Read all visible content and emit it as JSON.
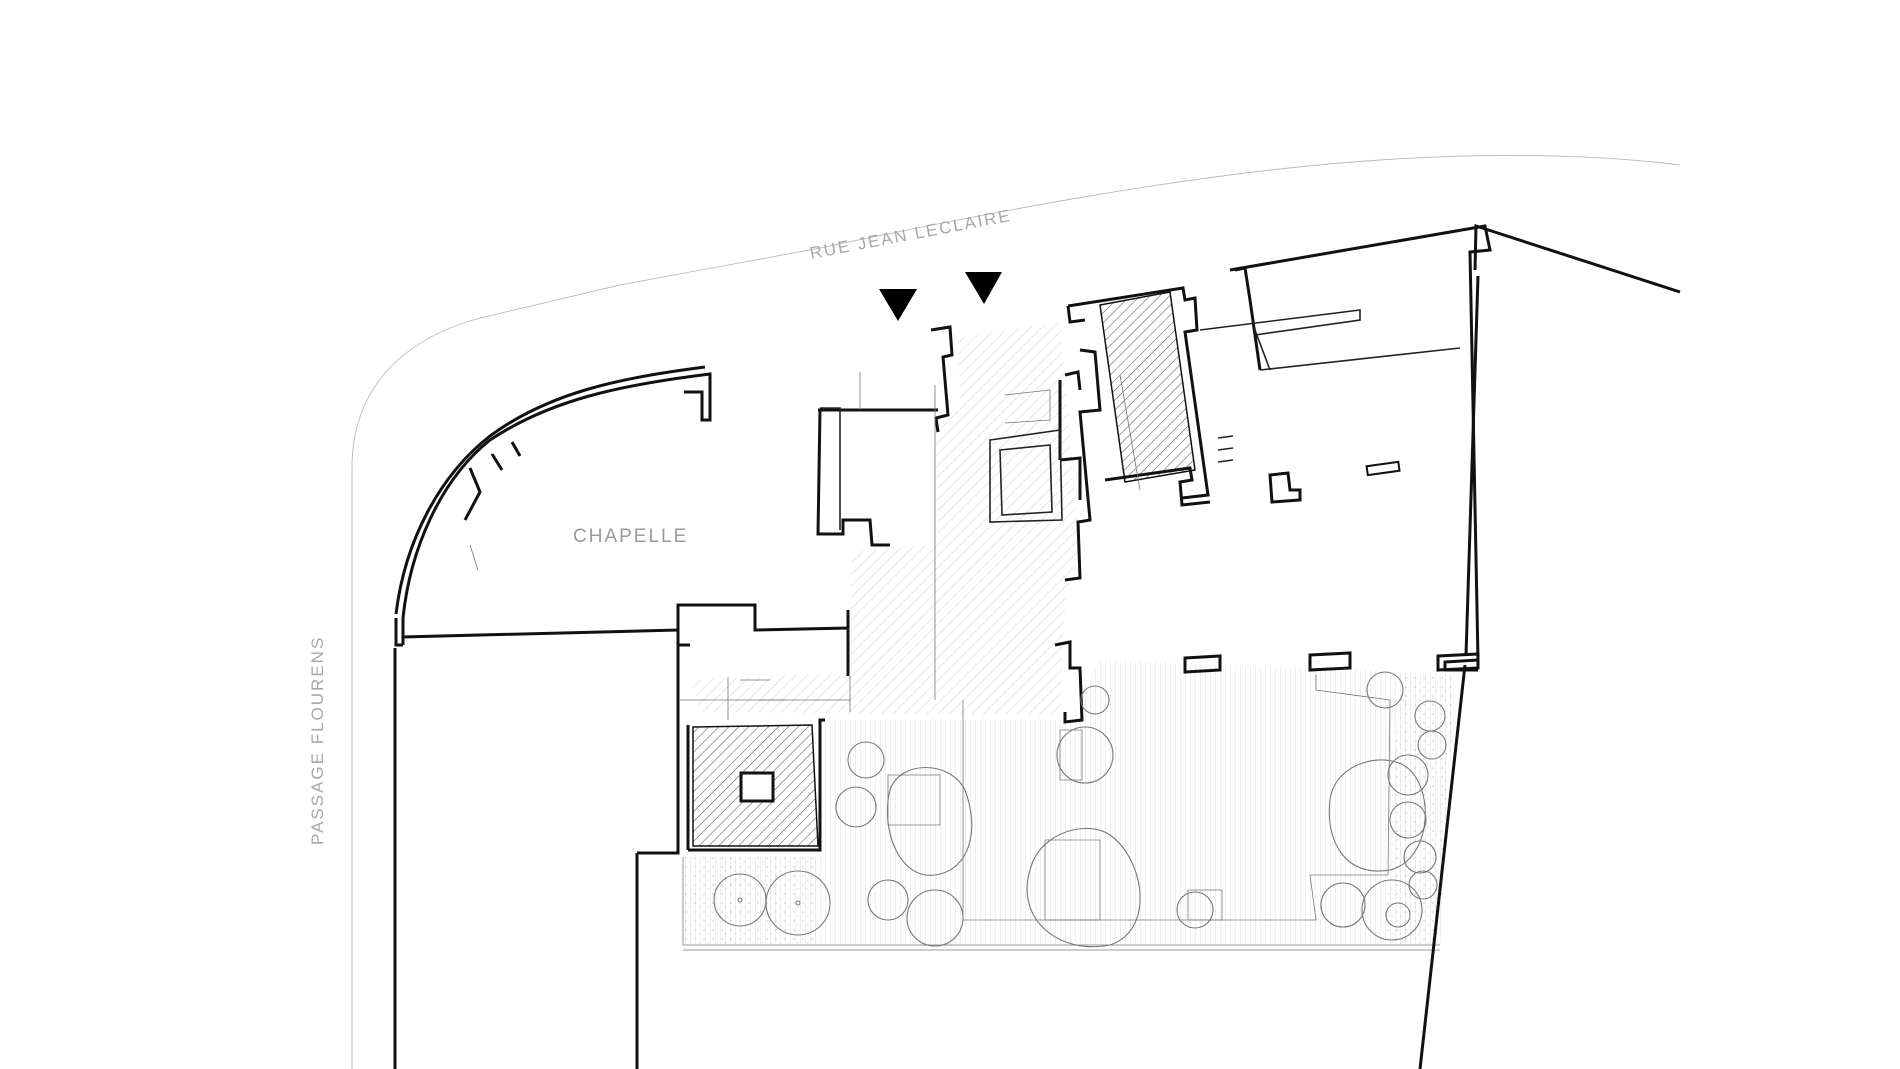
{
  "plan": {
    "streets": {
      "top": "RUE JEAN LECLAIRE",
      "left": "PASSAGE FLOURENS"
    },
    "rooms": {
      "chapel": "CHAPELLE"
    },
    "entrances": {
      "count": 2,
      "icon": "triangle-down-icon"
    },
    "colors": {
      "walls": "#111111",
      "labels": "#9a9a9a",
      "hatch": "#555555",
      "planting": "#777777"
    }
  }
}
